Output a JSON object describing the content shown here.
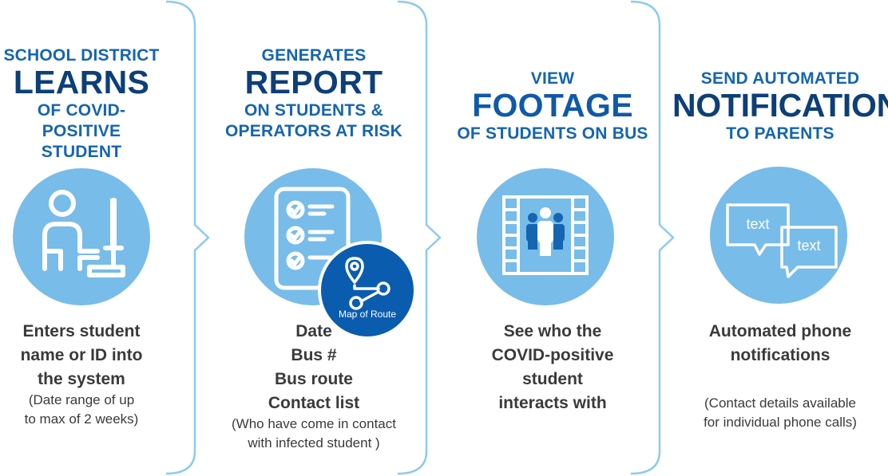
{
  "steps": [
    {
      "title_top": "SCHOOL DISTRICT",
      "title_big": "LEARNS",
      "title_bottom_1": "OF COVID-",
      "title_bottom_2": "POSITIVE STUDENT",
      "icon": "person-at-computer-icon",
      "desc": [
        "Enters student",
        "name or ID into",
        "the system"
      ],
      "note": [
        "(Date range of up",
        "to max of 2 weeks)"
      ]
    },
    {
      "title_top": "GENERATES",
      "title_big": "REPORT",
      "title_bottom_1": "ON STUDENTS &",
      "title_bottom_2": "OPERATORS AT RISK",
      "icon": "checklist-icon",
      "badge_icon": "map-route-icon",
      "badge_label": "Map of Route",
      "desc": [
        "Date",
        "Bus #",
        "Bus route",
        "Contact list"
      ],
      "note": [
        "(Who have come in contact",
        "with infected student )"
      ]
    },
    {
      "title_top": "VIEW",
      "title_big": "FOOTAGE",
      "title_bottom_1": "OF STUDENTS ON BUS",
      "icon": "video-footage-icon",
      "desc": [
        "See who the",
        "COVID-positive",
        "student",
        "interacts with"
      ]
    },
    {
      "title_top": "SEND AUTOMATED",
      "title_big": "NOTIFICATIONS",
      "title_bottom_1": "TO PARENTS",
      "icon": "text-bubbles-icon",
      "bubble_1": "text",
      "bubble_2": "text",
      "desc": [
        "Automated phone",
        "notifications"
      ],
      "note": [
        "(Contact details available",
        "for individual phone calls)"
      ]
    }
  ],
  "colors": {
    "title_blue": "#1565b0",
    "dark_blue": "#0d3f78",
    "circle": "#78bce9",
    "badge": "#0a5cae",
    "divider": "#8ccaf0",
    "body_text": "#3a3a3a"
  }
}
